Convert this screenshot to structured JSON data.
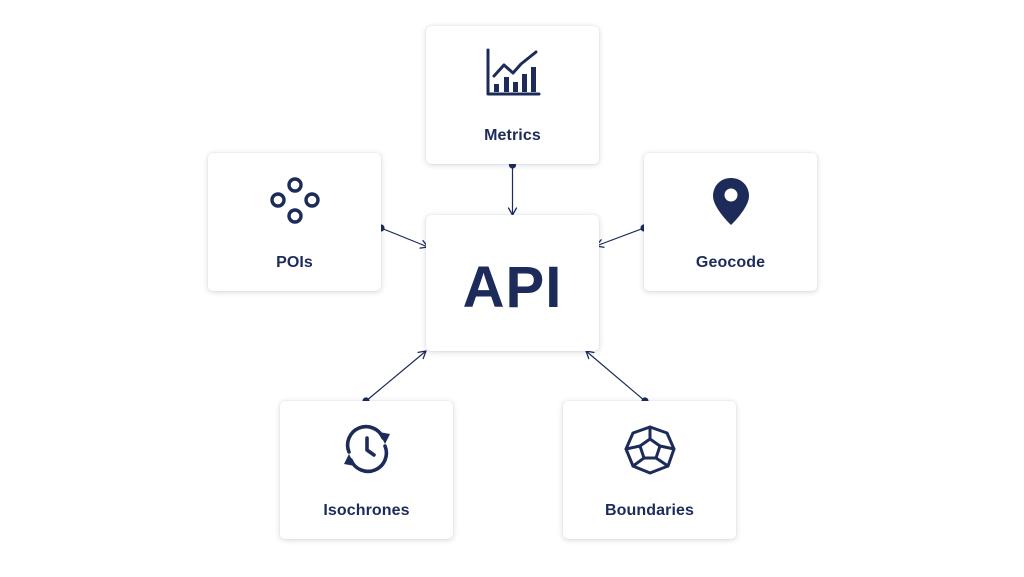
{
  "colors": {
    "primary": "#1c2b5a",
    "card_background": "#ffffff"
  },
  "center": {
    "label": "API"
  },
  "nodes": [
    {
      "id": "metrics",
      "label": "Metrics",
      "icon": "bar-chart-icon"
    },
    {
      "id": "pois",
      "label": "POIs",
      "icon": "poi-cluster-icon"
    },
    {
      "id": "geocode",
      "label": "Geocode",
      "icon": "map-pin-icon"
    },
    {
      "id": "isochrones",
      "label": "Isochrones",
      "icon": "clock-cycle-icon"
    },
    {
      "id": "boundaries",
      "label": "Boundaries",
      "icon": "polygon-boundary-icon"
    }
  ]
}
